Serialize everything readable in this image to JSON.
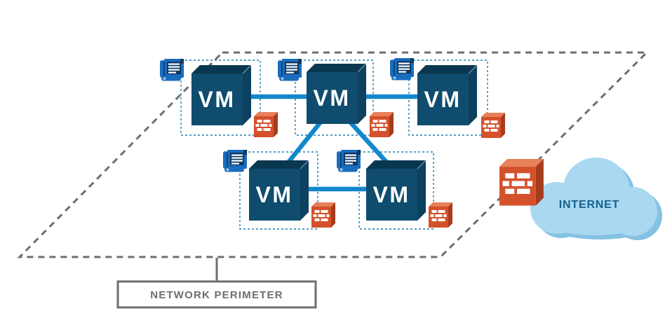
{
  "diagram": {
    "type": "network-topology",
    "nodes": [
      {
        "id": "vm-1",
        "label": "VM",
        "policy_icon": true,
        "firewall_icon": true
      },
      {
        "id": "vm-2",
        "label": "VM",
        "policy_icon": true,
        "firewall_icon": true
      },
      {
        "id": "vm-3",
        "label": "VM",
        "policy_icon": true,
        "firewall_icon": true
      },
      {
        "id": "vm-4",
        "label": "VM",
        "policy_icon": true,
        "firewall_icon": true
      },
      {
        "id": "vm-5",
        "label": "VM",
        "policy_icon": true,
        "firewall_icon": true
      }
    ],
    "connections": [
      {
        "from": "vm-1",
        "to": "vm-2"
      },
      {
        "from": "vm-2",
        "to": "vm-3"
      },
      {
        "from": "vm-2",
        "to": "vm-4"
      },
      {
        "from": "vm-2",
        "to": "vm-5"
      },
      {
        "from": "vm-4",
        "to": "vm-5"
      }
    ],
    "internet": {
      "label": "INTERNET",
      "firewall_icon": true
    },
    "perimeter": {
      "label": "NETWORK PERIMETER"
    },
    "colors": {
      "vm_front": "#0F4C6E",
      "vm_top": "#0A3750",
      "vm_side": "#0D4160",
      "link": "#1488CC",
      "node_border": "#1E7FAE",
      "firewall": "#D4512B",
      "firewall_light": "#E8805A",
      "firewall_dark": "#A63C1E",
      "policy": "#1A6CBE",
      "policy_dark": "#0D3A66",
      "cloud": "#A9D8F0",
      "cloud_light": "#C6E6F8",
      "cloud_shadow": "#85C2E2",
      "internet_text": "#15618F",
      "perimeter_line": "#6E6E6E"
    }
  }
}
